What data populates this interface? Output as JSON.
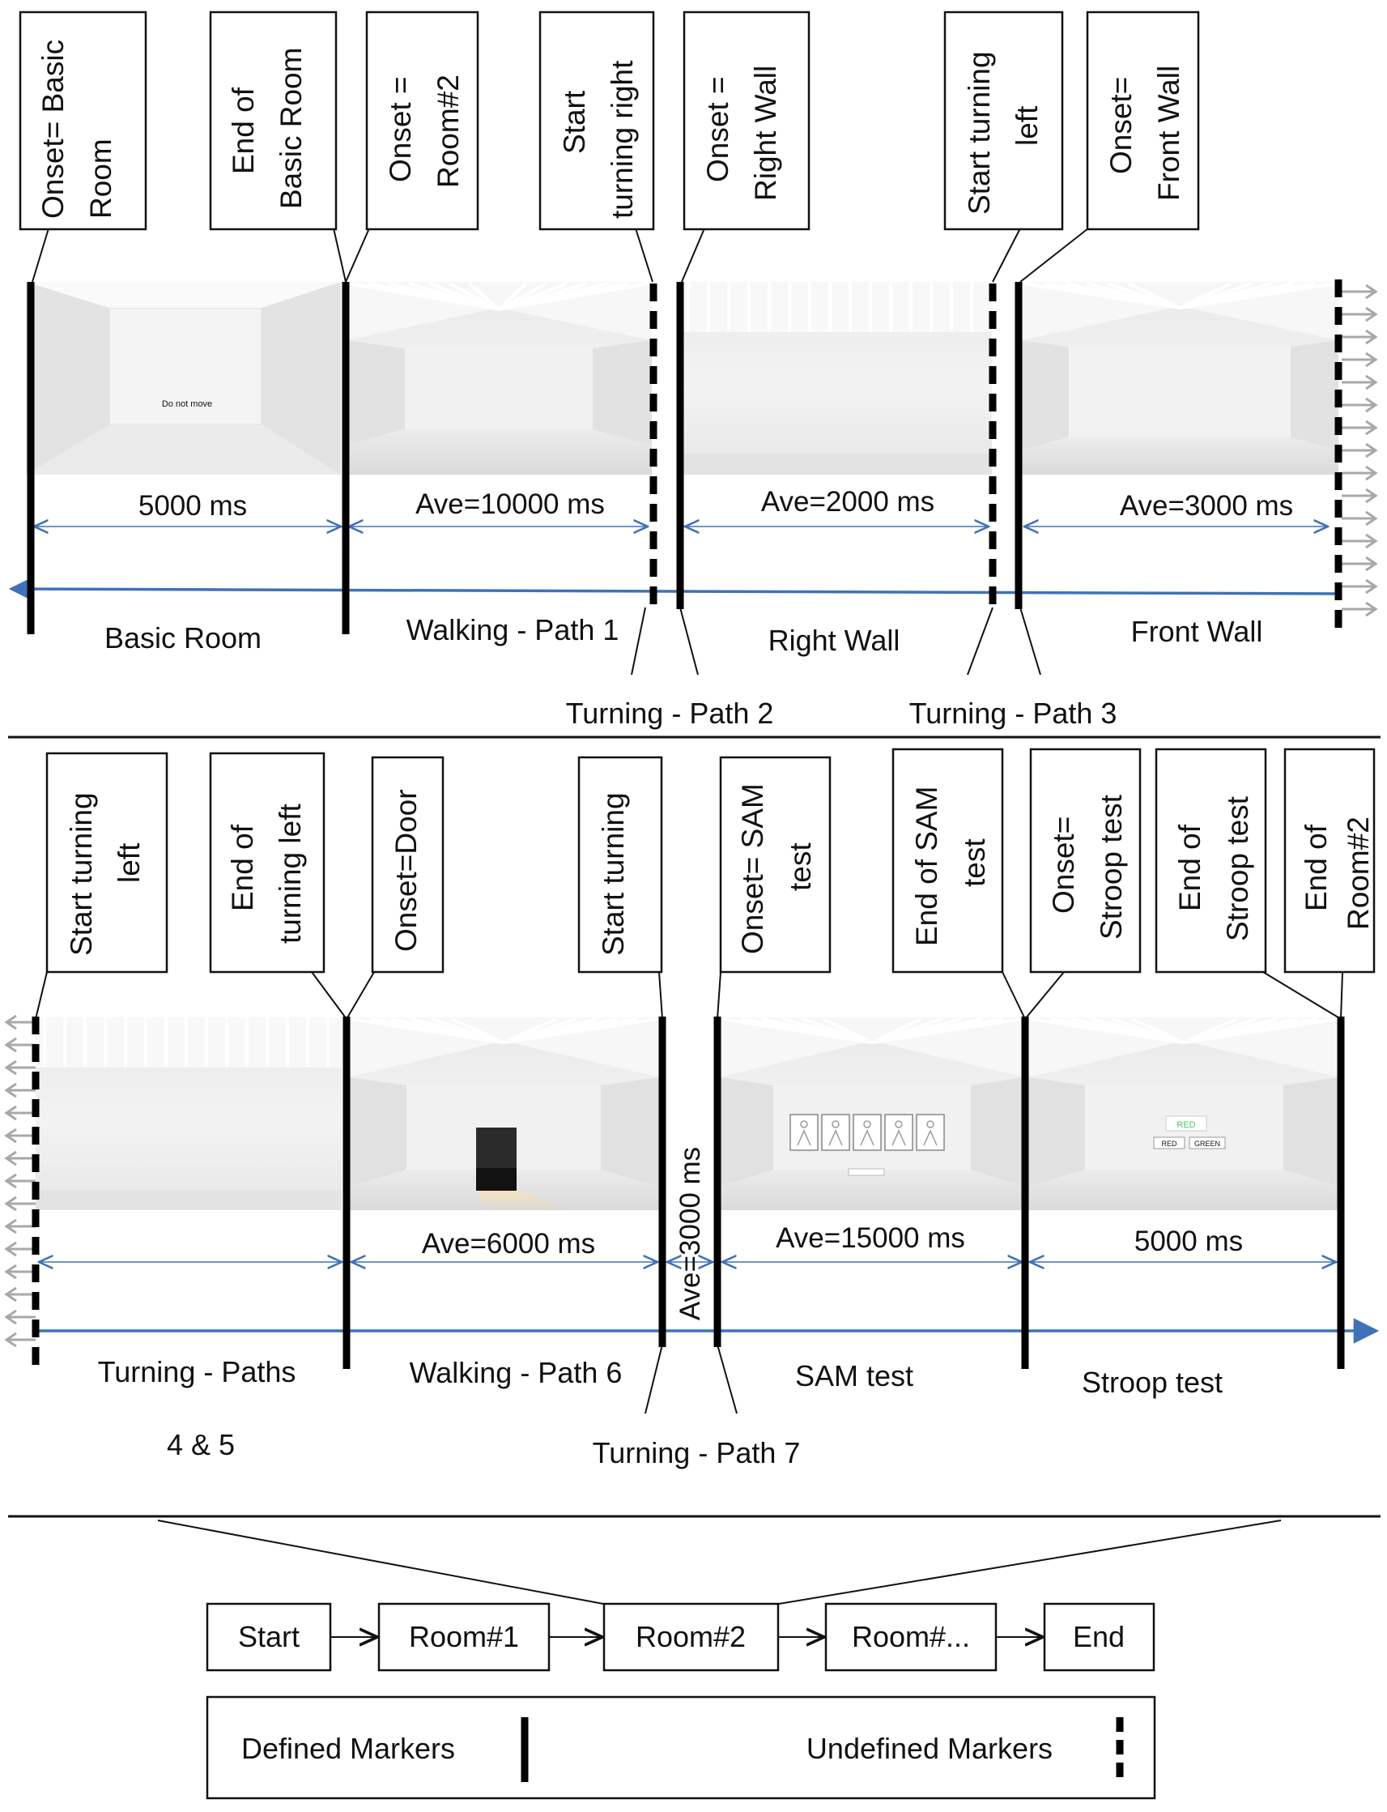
{
  "top": {
    "markers": [
      {
        "line1": "Onset= Basic",
        "line2": "Room"
      },
      {
        "line1": "End of",
        "line2": "Basic Room"
      },
      {
        "line1": "Onset =",
        "line2": "Room#2"
      },
      {
        "line1": "Start",
        "line2": "turning right"
      },
      {
        "line1": "Onset =",
        "line2": "Right Wall"
      },
      {
        "line1": "Start turning",
        "line2": "left"
      },
      {
        "line1": "Onset=",
        "line2": "Front Wall"
      }
    ],
    "scene_sign": "Do not move",
    "durations": [
      "5000 ms",
      "Ave=10000 ms",
      "Ave=2000 ms",
      "Ave=3000 ms"
    ],
    "phases": [
      "Basic Room",
      "Walking - Path 1",
      "Right Wall",
      "Front Wall"
    ],
    "turns": [
      "Turning - Path 2",
      "Turning - Path 3"
    ]
  },
  "bottom": {
    "markers": [
      {
        "line1": "Start turning",
        "line2": "left"
      },
      {
        "line1": "End of",
        "line2": "turning left"
      },
      {
        "line1": "Onset=Door",
        "line2": ""
      },
      {
        "line1": "Start turning",
        "line2": ""
      },
      {
        "line1": "Onset= SAM",
        "line2": "test"
      },
      {
        "line1": "End of  SAM",
        "line2": "test"
      },
      {
        "line1": "Onset=",
        "line2": "Stroop test"
      },
      {
        "line1": "End of",
        "line2": "Stroop test"
      },
      {
        "line1": "End of",
        "line2": "Room#2"
      }
    ],
    "stroop_word": "RED",
    "stroop_options": [
      "RED",
      "GREEN"
    ],
    "durations": [
      "Ave=6000 ms",
      "Ave=3000 ms",
      "Ave=15000 ms",
      "5000 ms"
    ],
    "phases": [
      "Turning - Paths",
      "4 & 5",
      "Walking - Path 6",
      "SAM test",
      "Stroop test"
    ],
    "turn": "Turning - Path 7"
  },
  "flow": {
    "steps": [
      "Start",
      "Room#1",
      "Room#2",
      "Room#...",
      "End"
    ]
  },
  "legend": {
    "defined": "Defined Markers",
    "undefined": "Undefined Markers"
  },
  "colors": {
    "timeline": "#3f72b8",
    "continuation_arrows": "#a8a8a8",
    "stroop_word": "#4cc75a"
  }
}
